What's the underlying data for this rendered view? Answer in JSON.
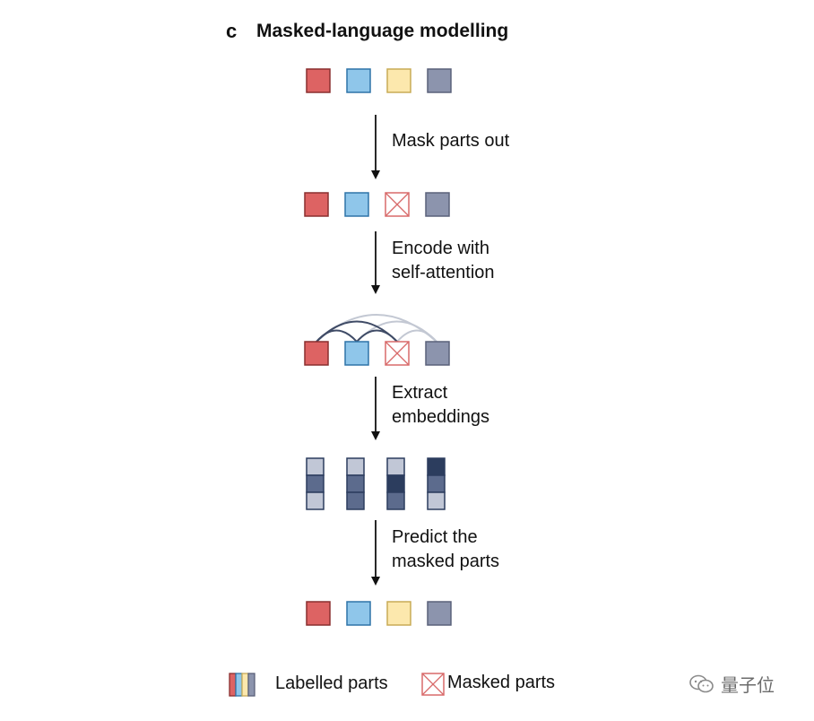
{
  "panel_letter": "c",
  "title": "Masked-language modelling",
  "colors": {
    "red": "#dd6363",
    "blue": "#8fc6ea",
    "yellow": "#fce8ad",
    "gray": "#8c94ad",
    "emb_light": "#c1c7d6",
    "emb_mid": "#5c6b8d",
    "emb_dark": "#2c3d5e",
    "arc_dark": "#3f4b66",
    "arc_light": "#c3c8d3"
  },
  "steps": [
    {
      "line1": "Mask parts out",
      "line2": ""
    },
    {
      "line1": "Encode with",
      "line2": "self-attention"
    },
    {
      "line1": "Extract",
      "line2": "embeddings"
    },
    {
      "line1": "Predict the",
      "line2": "masked parts"
    }
  ],
  "rows": {
    "input": [
      "red",
      "blue",
      "yellow",
      "gray"
    ],
    "masked": [
      "red",
      "blue",
      "masked",
      "gray"
    ],
    "encoded": [
      "red",
      "blue",
      "masked",
      "gray"
    ],
    "embeddings": [
      [
        "emb_light",
        "emb_mid",
        "emb_light"
      ],
      [
        "emb_light",
        "emb_mid",
        "emb_mid"
      ],
      [
        "emb_light",
        "emb_dark",
        "emb_mid"
      ],
      [
        "emb_dark",
        "emb_mid",
        "emb_light"
      ]
    ],
    "output": [
      "red",
      "blue",
      "yellow",
      "gray"
    ]
  },
  "legend": {
    "labelled": "Labelled parts",
    "masked": "Masked parts",
    "swatch": [
      "red",
      "blue",
      "yellow",
      "gray"
    ]
  },
  "watermark": "量子位",
  "watermark_icon": "wechat-icon"
}
